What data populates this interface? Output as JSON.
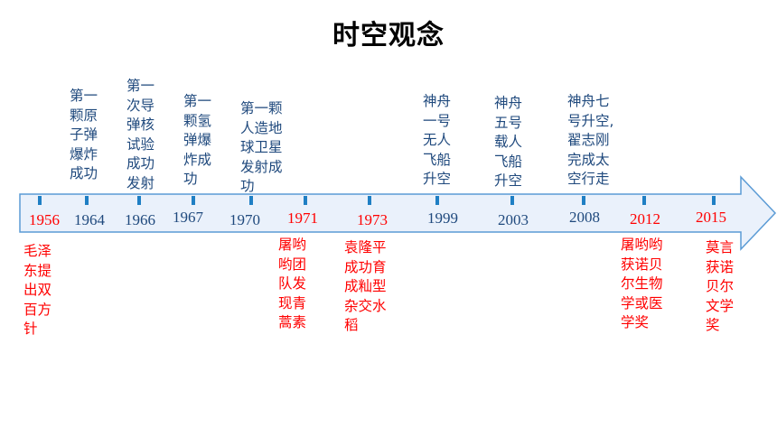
{
  "title": "时空观念",
  "colors": {
    "blue": "#1f497d",
    "red": "#ff0000",
    "axis_fill": "#eaf1fb",
    "axis_stroke": "#5b9bd5",
    "tick": "#1f7fc4"
  },
  "events": [
    {
      "year": "1956",
      "color": "red",
      "text": "毛泽\n东提\n出双\n百方\n针"
    },
    {
      "year": "1964",
      "color": "blue",
      "text": "第一\n颗原\n子弹\n爆炸\n成功"
    },
    {
      "year": "1966",
      "color": "blue",
      "text": "第一\n次导\n弹核\n试验\n成功\n发射"
    },
    {
      "year": "1967",
      "color": "blue",
      "text": "第一\n颗氢\n弹爆\n炸成\n功"
    },
    {
      "year": "1970",
      "color": "blue",
      "text": "第一颗\n人造地\n球卫星\n发射成\n功"
    },
    {
      "year": "1971",
      "color": "red",
      "text": "屠哟\n哟团\n队发\n现青\n蒿素"
    },
    {
      "year": "1973",
      "color": "red",
      "text": "袁隆平\n成功育\n成籼型\n杂交水\n稻"
    },
    {
      "year": "1999",
      "color": "blue",
      "text": "神舟\n一号\n无人\n飞船\n升空"
    },
    {
      "year": "2003",
      "color": "blue",
      "text": "神舟\n五号\n载人\n飞船\n升空"
    },
    {
      "year": "2008",
      "color": "blue",
      "text": "神舟七\n号升空,\n翟志刚\n完成太\n空行走"
    },
    {
      "year": "2012",
      "color": "red",
      "text": "屠哟哟\n获诺贝\n尔生物\n学或医\n学奖"
    },
    {
      "year": "2015",
      "color": "red",
      "text": "莫言\n获诺\n贝尔\n文学\n奖"
    }
  ]
}
